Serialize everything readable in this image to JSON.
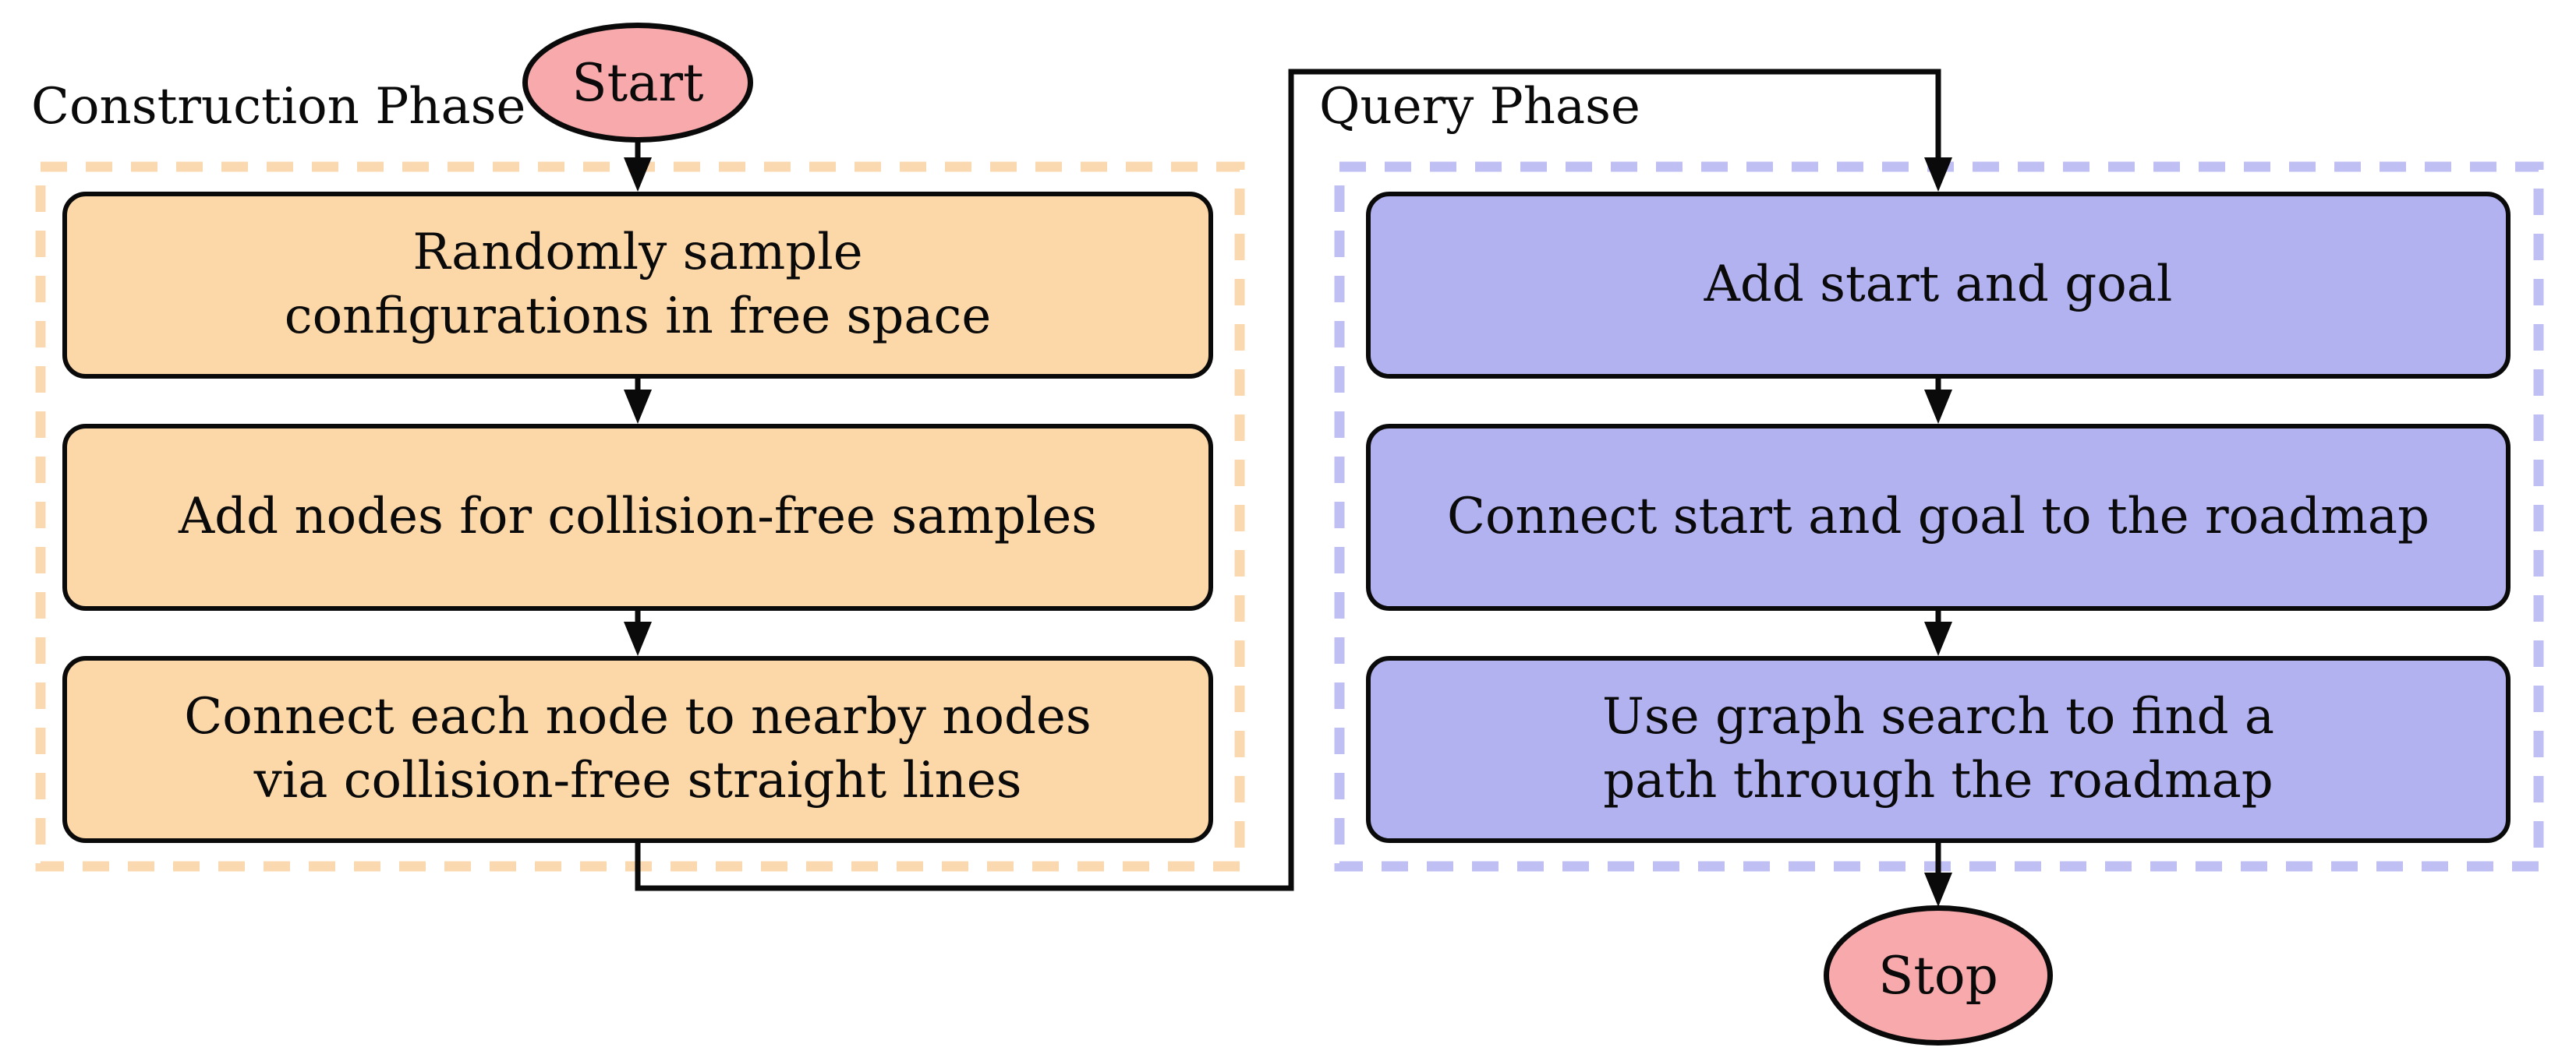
{
  "palette": {
    "construction_fill": "#fcd8a9",
    "construction_dash": "#fad8b0",
    "query_fill": "#b3b2f1",
    "query_dash": "#bfbff4",
    "terminal_fill": "#f7a9ab",
    "line_color": "#0a0a0a"
  },
  "terminals": {
    "start": "Start",
    "stop": "Stop"
  },
  "phases": [
    {
      "title": "Construction Phase",
      "steps": [
        {
          "label": "Randomly sample\nconfigurations in free space"
        },
        {
          "label": "Add nodes for collision-free samples"
        },
        {
          "label": "Connect each node to nearby nodes\nvia collision-free straight lines"
        }
      ]
    },
    {
      "title": "Query Phase",
      "steps": [
        {
          "label": "Add start and goal"
        },
        {
          "label": "Connect start and goal to the roadmap"
        },
        {
          "label": "Use graph search to find a\npath through the roadmap"
        }
      ]
    }
  ]
}
